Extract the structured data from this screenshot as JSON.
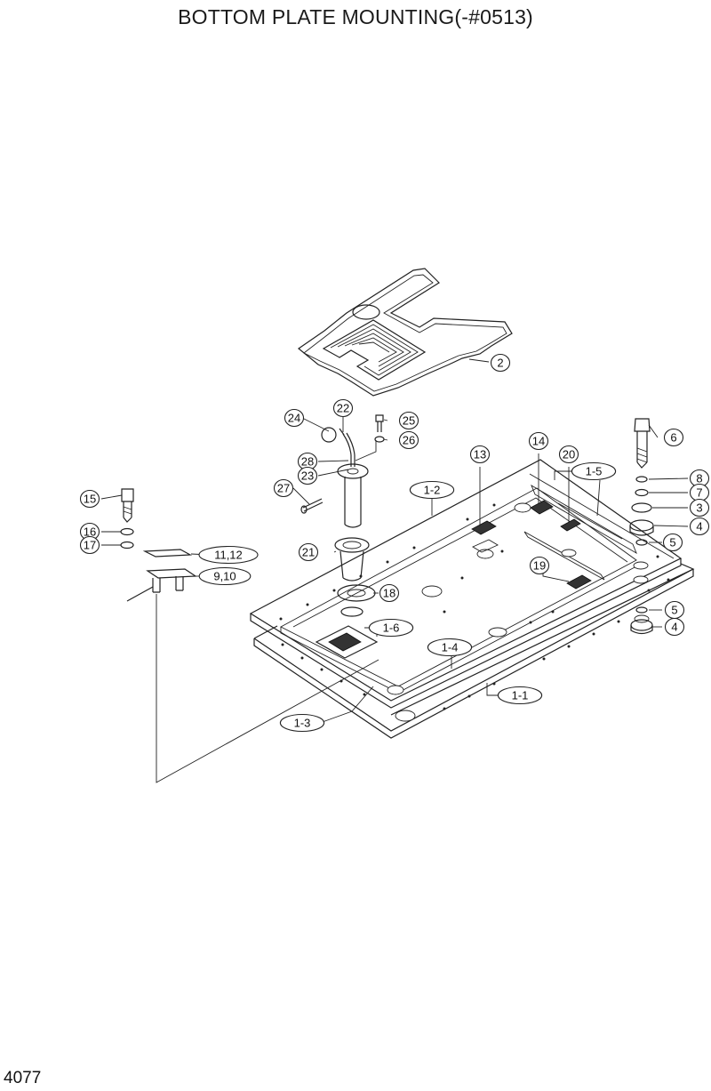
{
  "title": "BOTTOM PLATE MOUNTING(-#0513)",
  "page_number": "4077",
  "callouts": [
    {
      "id": "2",
      "label": "2"
    },
    {
      "id": "24",
      "label": "24"
    },
    {
      "id": "22",
      "label": "22"
    },
    {
      "id": "25",
      "label": "25"
    },
    {
      "id": "26",
      "label": "26"
    },
    {
      "id": "28",
      "label": "28"
    },
    {
      "id": "23",
      "label": "23"
    },
    {
      "id": "27",
      "label": "27"
    },
    {
      "id": "6",
      "label": "6"
    },
    {
      "id": "8",
      "label": "8"
    },
    {
      "id": "7",
      "label": "7"
    },
    {
      "id": "3",
      "label": "3"
    },
    {
      "id": "4a",
      "label": "4"
    },
    {
      "id": "5a",
      "label": "5"
    },
    {
      "id": "5b",
      "label": "5"
    },
    {
      "id": "4b",
      "label": "4"
    },
    {
      "id": "13",
      "label": "13"
    },
    {
      "id": "14",
      "label": "14"
    },
    {
      "id": "20",
      "label": "20"
    },
    {
      "id": "1-5",
      "label": "1-5"
    },
    {
      "id": "1-2",
      "label": "1-2"
    },
    {
      "id": "15",
      "label": "15"
    },
    {
      "id": "16",
      "label": "16"
    },
    {
      "id": "17",
      "label": "17"
    },
    {
      "id": "11,12",
      "label": "11,12"
    },
    {
      "id": "9,10",
      "label": "9,10"
    },
    {
      "id": "21",
      "label": "21"
    },
    {
      "id": "18",
      "label": "18"
    },
    {
      "id": "19",
      "label": "19"
    },
    {
      "id": "1-6",
      "label": "1-6"
    },
    {
      "id": "1-4",
      "label": "1-4"
    },
    {
      "id": "1-1",
      "label": "1-1"
    },
    {
      "id": "1-3",
      "label": "1-3"
    }
  ]
}
